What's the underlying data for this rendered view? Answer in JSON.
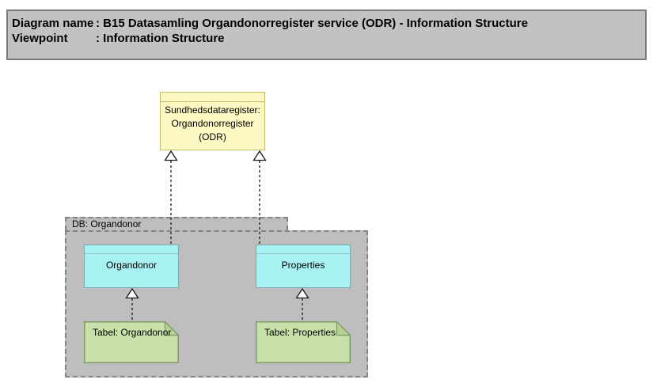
{
  "header": {
    "rows": [
      {
        "label": "Diagram name",
        "value": ": B15 Datasamling Organdonorregister service (ODR) - Information Structure"
      },
      {
        "label": "Viewpoint",
        "value": ": Information Structure"
      }
    ]
  },
  "diagram": {
    "register_object": {
      "label": "Sundhedsdataregister:\nOrgandonorregister\n(ODR)",
      "fill": "#fbf8c2",
      "border": "#c5bd6e"
    },
    "grouping": {
      "label": "DB: Organdonor",
      "fill": "#bebebe",
      "border": "#838383",
      "border_style": "dashed"
    },
    "entities": [
      {
        "label": "Organdonor",
        "fill": "#a9f2f4",
        "border": "#7fa8b0"
      },
      {
        "label": "Properties",
        "fill": "#a9f2f4",
        "border": "#7fa8b0"
      }
    ],
    "tables": [
      {
        "label": "Tabel: Organdonor",
        "fill": "#c8e0a9",
        "border": "#7f9966"
      },
      {
        "label": "Tabel: Properties",
        "fill": "#c8e0a9",
        "border": "#7f9966"
      }
    ],
    "relations": [
      {
        "from": "Organdonor",
        "to": "Sundhedsdataregister: Organdonorregister (ODR)",
        "type": "realization",
        "line": "dashed",
        "head": "hollow-triangle"
      },
      {
        "from": "Properties",
        "to": "Sundhedsdataregister: Organdonorregister (ODR)",
        "type": "realization",
        "line": "dashed",
        "head": "hollow-triangle"
      },
      {
        "from": "Tabel: Organdonor",
        "to": "Organdonor",
        "type": "realization",
        "line": "dashed",
        "head": "hollow-triangle"
      },
      {
        "from": "Tabel: Properties",
        "to": "Properties",
        "type": "realization",
        "line": "dashed",
        "head": "hollow-triangle"
      }
    ]
  }
}
